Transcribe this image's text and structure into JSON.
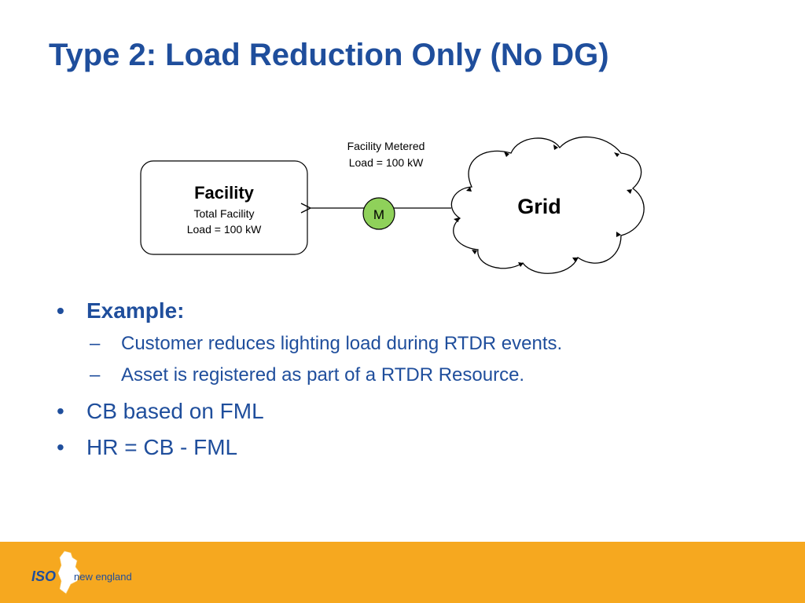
{
  "slide": {
    "title": "Type 2: Load Reduction Only (No DG)"
  },
  "diagram": {
    "facility_title": "Facility",
    "facility_line1": "Total Facility",
    "facility_line2": "Load = 100 kW",
    "meter_label": "M",
    "metered_line1": "Facility Metered",
    "metered_line2": "Load = 100 kW",
    "grid_label": "Grid",
    "colors": {
      "meter_fill": "#8fd15a",
      "stroke": "#000000"
    }
  },
  "bullets": {
    "example": "Example:",
    "sub1": "Customer reduces lighting load during RTDR events.",
    "sub2": "Asset is registered as part of a RTDR Resource.",
    "item2": "CB based on FML",
    "item3": "HR = CB - FML",
    "bullet_char": "•",
    "dash_char": "–"
  },
  "footer": {
    "logo_iso": "ISO",
    "logo_text": "new england",
    "colors": {
      "band": "#f6a81f",
      "brand": "#1f4e9c"
    }
  }
}
